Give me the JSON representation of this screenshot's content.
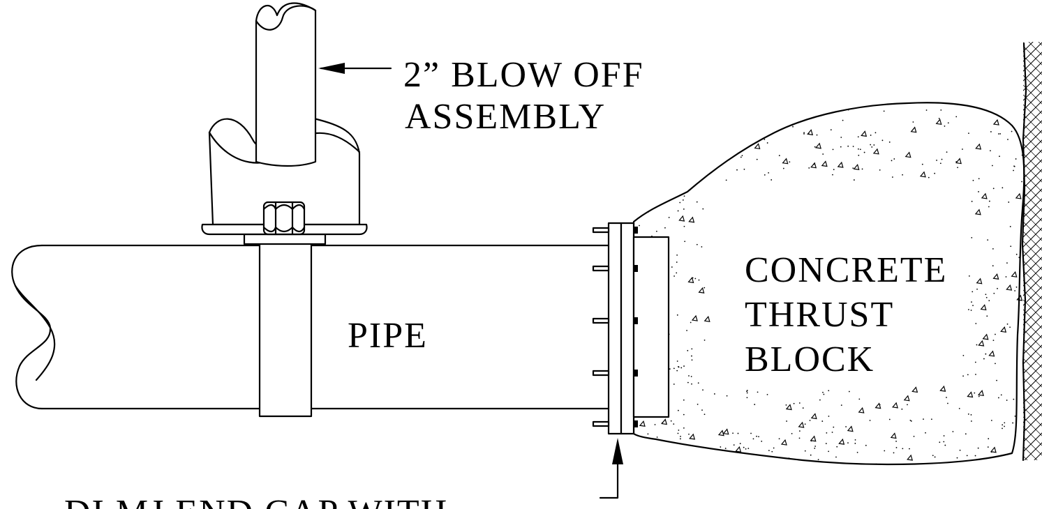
{
  "labels": {
    "blow_off_line1": "2”  BLOW  OFF",
    "blow_off_line2": "ASSEMBLY",
    "pipe": "PIPE",
    "thrust_line1": "CONCRETE",
    "thrust_line2": "THRUST",
    "thrust_line3": "BLOCK",
    "end_cap_partial": "DI  MJ  END  CAP  WITH"
  }
}
